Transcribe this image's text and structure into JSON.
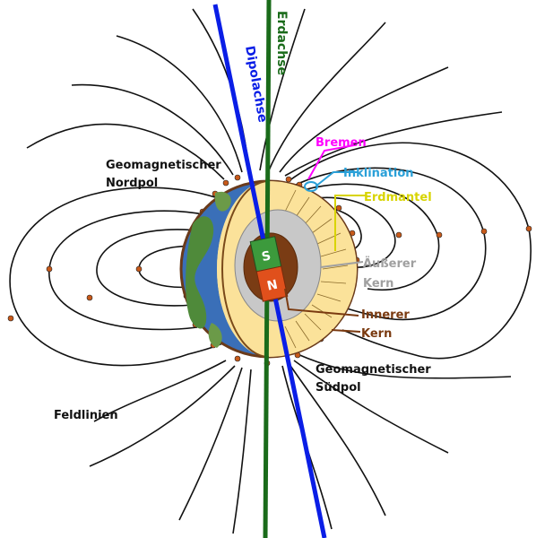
{
  "labels": {
    "erdachse": "Erdachse",
    "dipolachse": "Dipolachse",
    "bremen": "Bremen",
    "inklination": "Inklination",
    "erdmantel": "Erdmantel",
    "aeusserer": "Äußerer",
    "kern1": "Kern",
    "innerer": "Innerer",
    "kern2": "Kern",
    "geo_nord_1": "Geomagnetischer",
    "geo_nord_2": "Nordpol",
    "geo_sued_1": "Geomagnetischer",
    "geo_sued_2": "Südpol",
    "feldlinien": "Feldlinien",
    "magnet_s": "S",
    "magnet_n": "N"
  },
  "colors": {
    "erdachse": "#1a6b1a",
    "dipolachse": "#0a1ee6",
    "bremen": "#ff00ff",
    "inklination": "#2aa0d8",
    "erdmantel": "#d8d400",
    "aeusserer": "#a0a0a0",
    "innerer": "#7a3a10",
    "mantle_fill": "#fbe29a",
    "outer_core_fill": "#c8c8c8",
    "inner_core_fill": "#7a3c14",
    "magnet_south": "#3c9a3c",
    "magnet_north": "#e0501c"
  }
}
